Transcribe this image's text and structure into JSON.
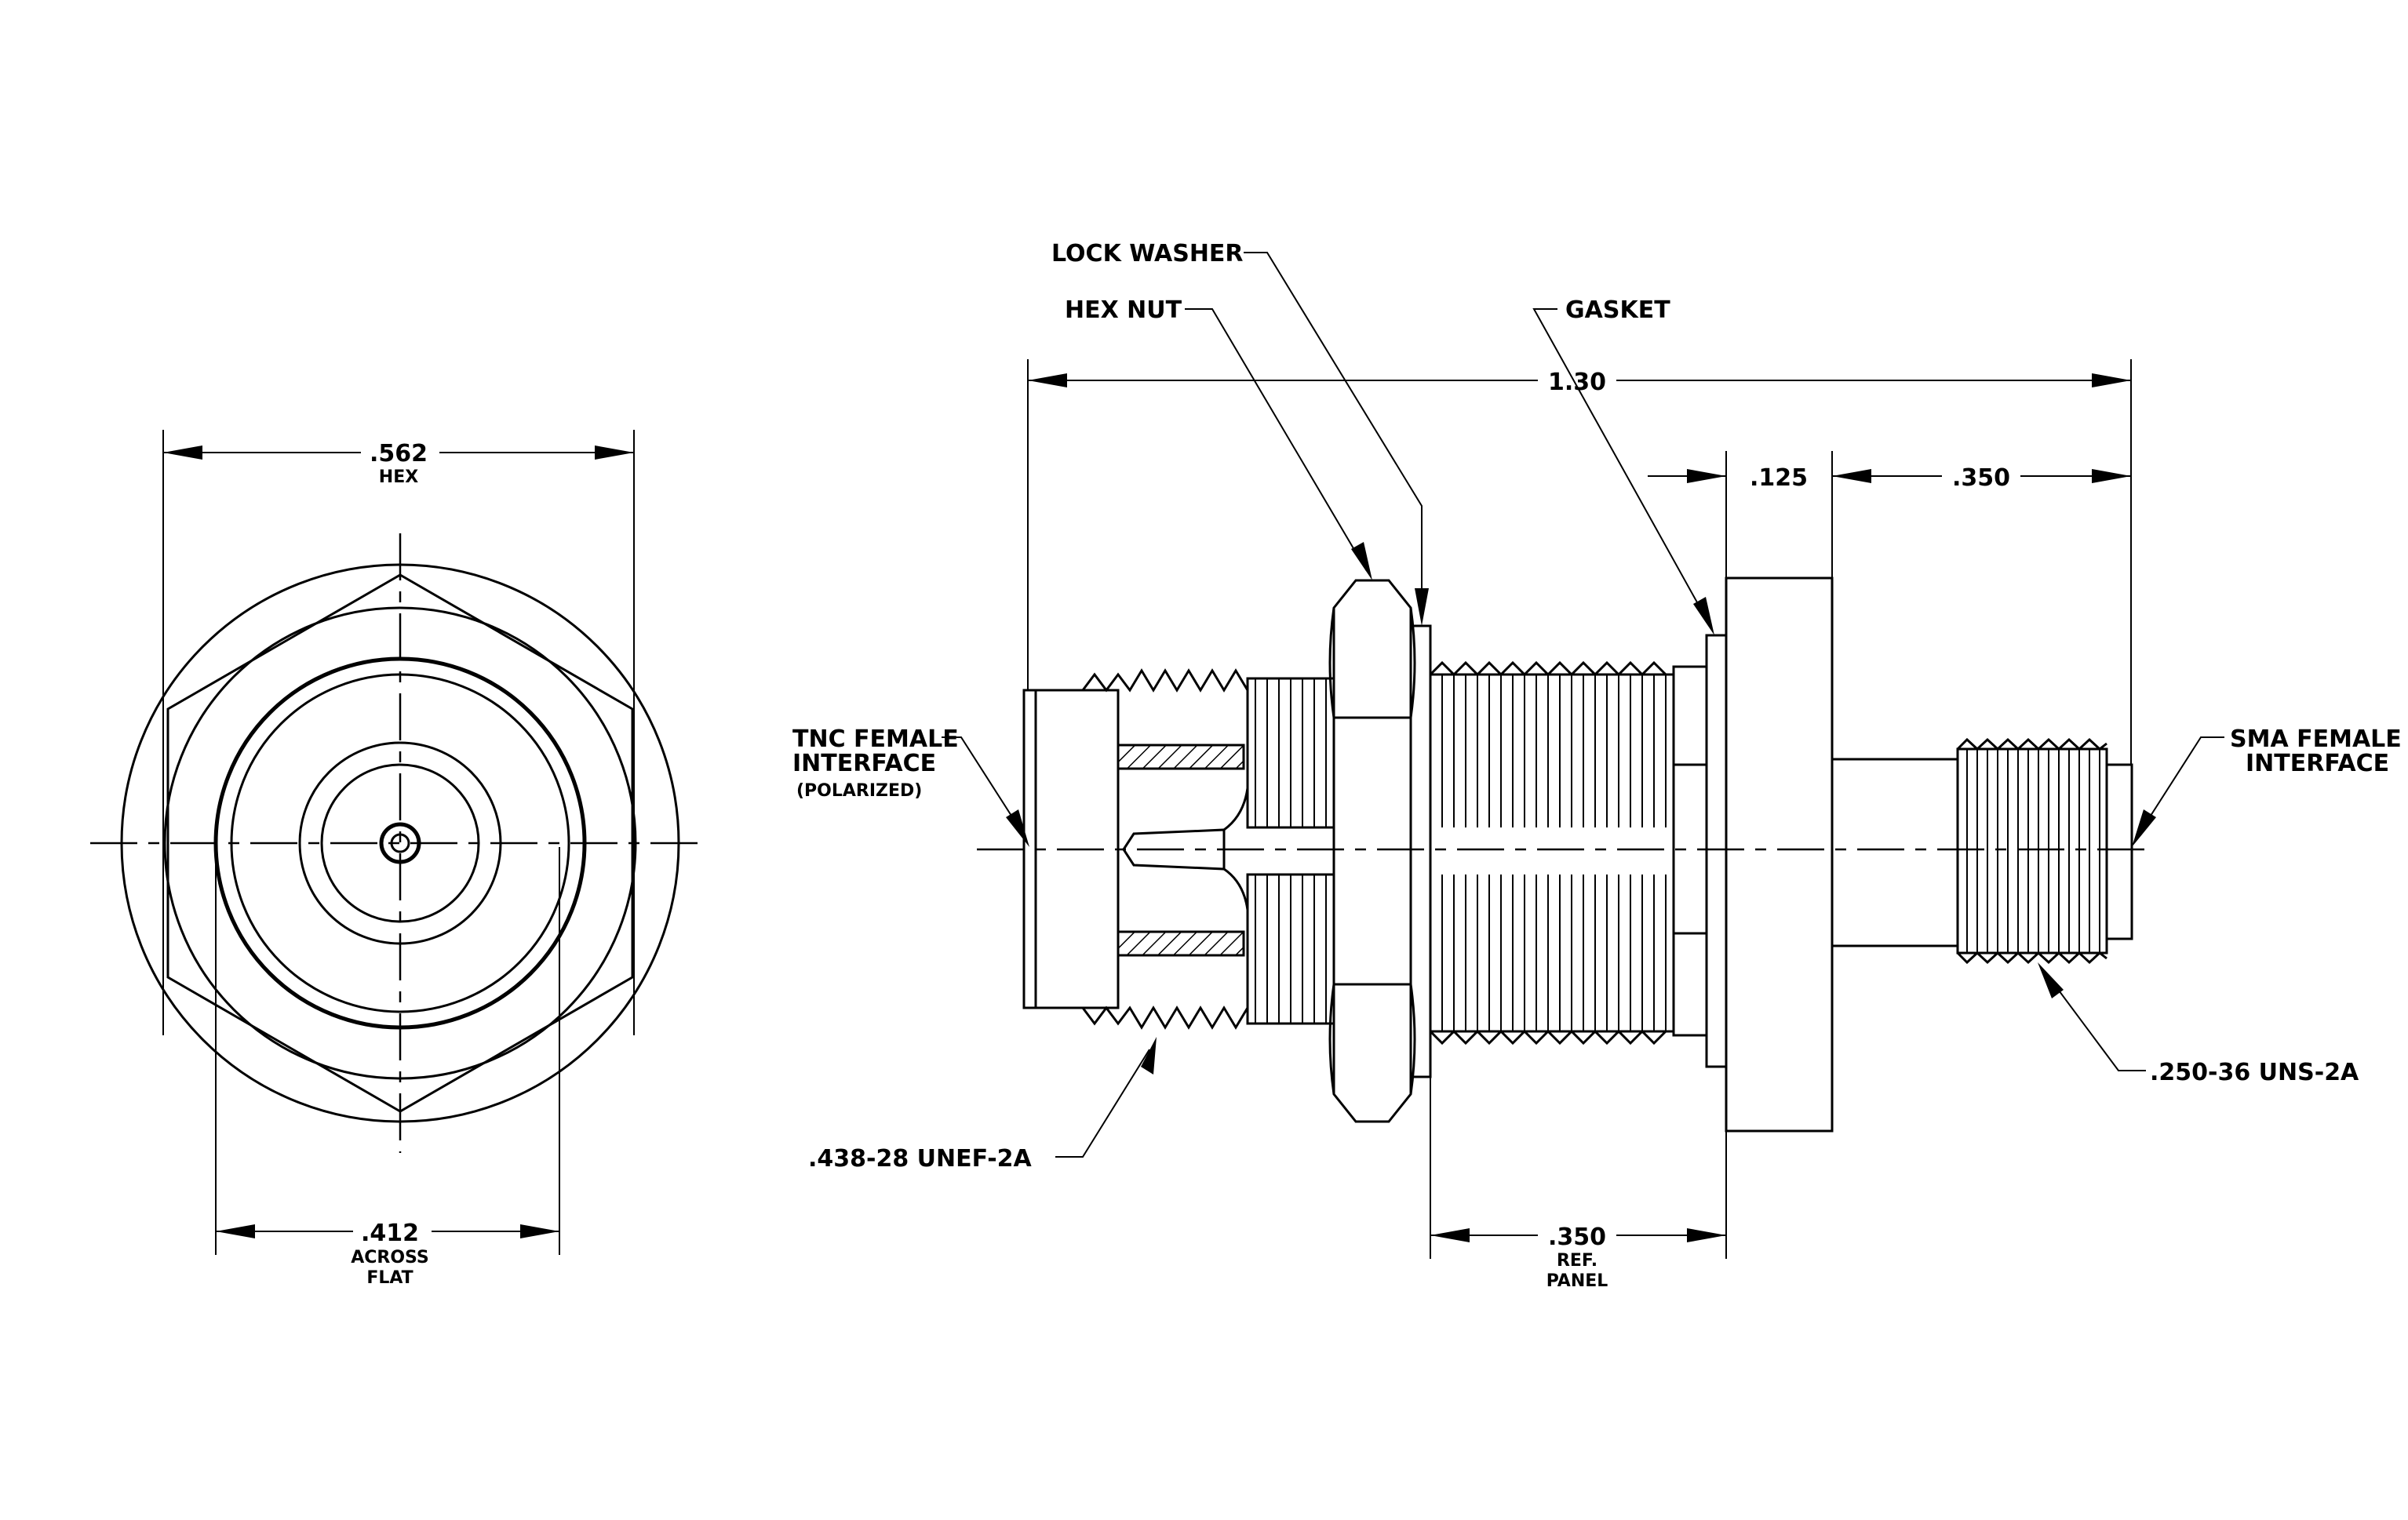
{
  "front_view": {
    "hex_dim": ".562",
    "hex_note": "HEX",
    "flat_dim": ".412",
    "flat_note1": "ACROSS",
    "flat_note2": "FLAT"
  },
  "side_view": {
    "overall_length": "1.30",
    "flange_width": ".125",
    "sma_length": ".350",
    "panel_dim": ".350",
    "panel_note1": "REF.",
    "panel_note2": "PANEL"
  },
  "callouts": {
    "lock_washer": "LOCK WASHER",
    "hex_nut": "HEX NUT",
    "gasket": "GASKET",
    "tnc_line1": "TNC FEMALE",
    "tnc_line2": "INTERFACE",
    "tnc_line3": "(POLARIZED)",
    "sma_line1": "SMA FEMALE",
    "sma_line2": "INTERFACE",
    "thread_left": ".438-28 UNEF-2A",
    "thread_right": ".250-36 UNS-2A"
  }
}
